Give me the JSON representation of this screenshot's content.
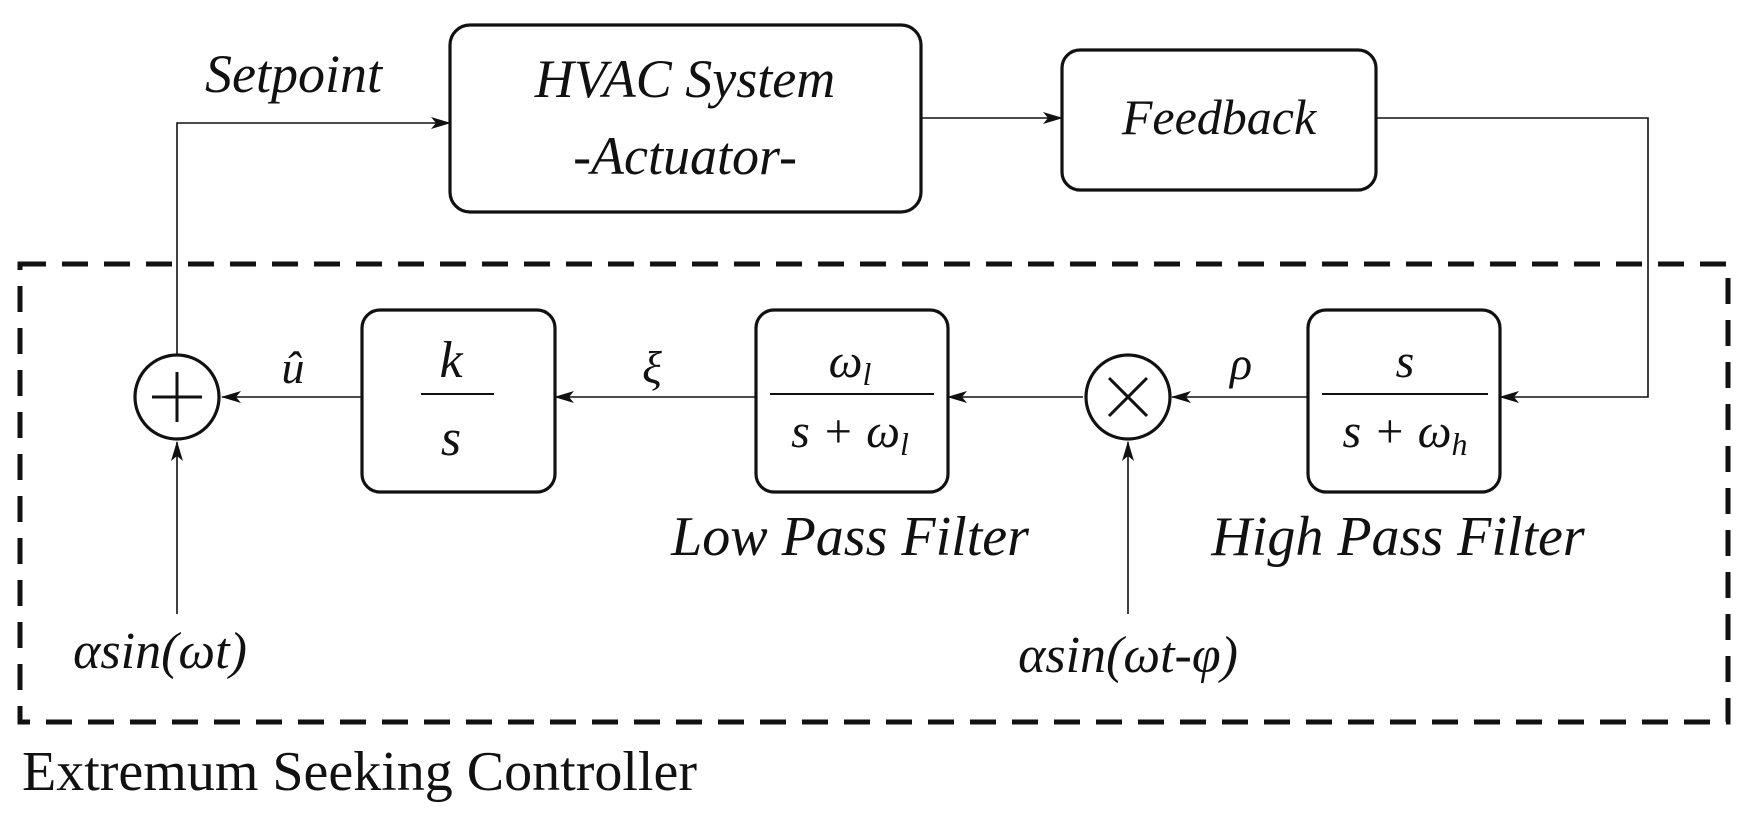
{
  "blocks": {
    "hvac": {
      "line1": "HVAC System",
      "line2": "-Actuator-"
    },
    "feedback": {
      "label": "Feedback"
    },
    "integrator": {
      "num": "k",
      "den": "s"
    },
    "low_pass": {
      "num": "ω",
      "num_sub": "l",
      "den": "s + ω",
      "den_sub": "l",
      "caption": "Low Pass Filter"
    },
    "high_pass": {
      "num": "s",
      "den": "s + ω",
      "den_sub": "h",
      "caption": "High Pass Filter"
    }
  },
  "signals": {
    "setpoint": "Setpoint",
    "u_hat": "û",
    "xi": "ξ",
    "rho": "ρ",
    "dither": "αsin(ωt)",
    "demod": "αsin(ωt-φ)"
  },
  "controller_label": "Extremum Seeking Controller",
  "colors": {
    "ink": "#111111",
    "background": "#ffffff"
  }
}
